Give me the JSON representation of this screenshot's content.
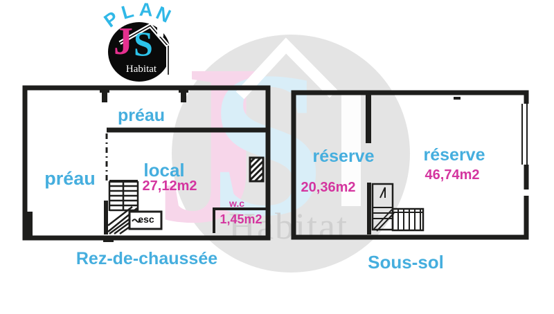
{
  "logo": {
    "plan_letters": [
      "P",
      "L",
      "A",
      "N"
    ],
    "initial_j": "J",
    "initial_s": "S",
    "habitat": "Habitat"
  },
  "watermark": {
    "initial_j": "J",
    "initial_s": "S",
    "habitat": "Habitat"
  },
  "ground_floor": {
    "title": "Rez-de-chaussée",
    "preau_top": "préau",
    "preau_left": "préau",
    "local_name": "local",
    "local_area": "27,12m2",
    "wc_name": "w.c",
    "wc_area": "1,45m2",
    "stairs_label": "esc"
  },
  "basement": {
    "title": "Sous-sol",
    "reserve_left_name": "réserve",
    "reserve_left_area": "20,36m2",
    "reserve_right_name": "réserve",
    "reserve_right_area": "46,74m2"
  },
  "colors": {
    "label_cyan": "#45aede",
    "label_magenta": "#d4359f",
    "logo_pink": "#e6308f",
    "logo_cyan": "#2cc3ea",
    "arc_cyan": "#30b8e7",
    "wall_black": "#1e1e1c",
    "watermark_gray": "#e4e4e4",
    "watermark_pink": "#f7d6ea",
    "watermark_cyan": "#d9eef8",
    "watermark_text_gray": "#cfcfcf"
  }
}
